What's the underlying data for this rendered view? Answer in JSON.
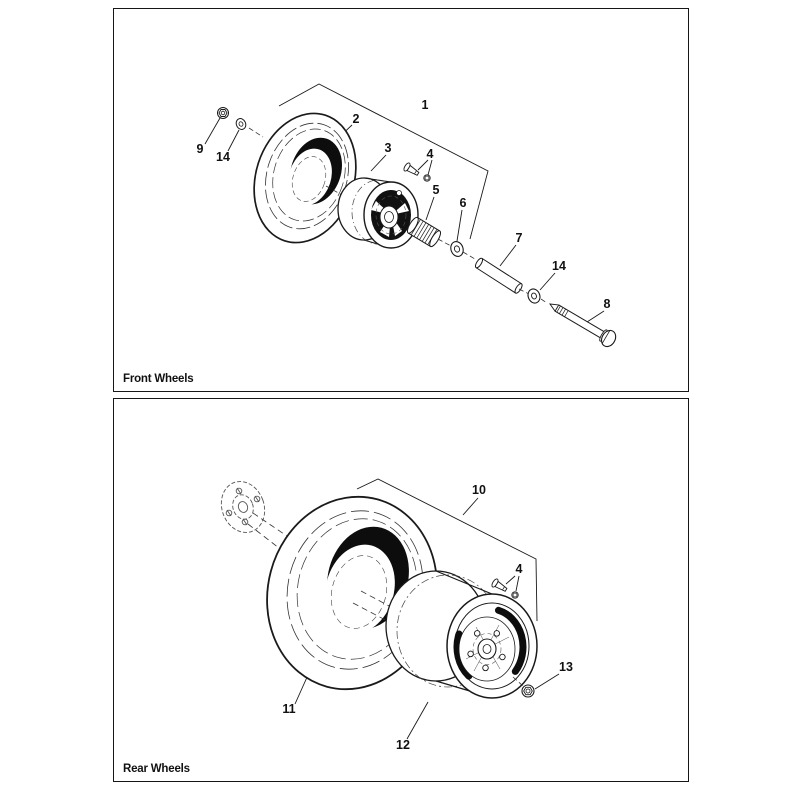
{
  "front_panel": {
    "caption": "Front Wheels",
    "callouts": [
      {
        "label": "1"
      },
      {
        "label": "2"
      },
      {
        "label": "3"
      },
      {
        "label": "4"
      },
      {
        "label": "5"
      },
      {
        "label": "6"
      },
      {
        "label": "7"
      },
      {
        "label": "8"
      },
      {
        "label": "9"
      },
      {
        "label": "14"
      },
      {
        "label": "14"
      }
    ]
  },
  "rear_panel": {
    "caption": "Rear Wheels",
    "callouts": [
      {
        "label": "4"
      },
      {
        "label": "10"
      },
      {
        "label": "11"
      },
      {
        "label": "12"
      },
      {
        "label": "13"
      }
    ]
  },
  "colors": {
    "line": "#1a1a1a",
    "background": "#ffffff"
  }
}
